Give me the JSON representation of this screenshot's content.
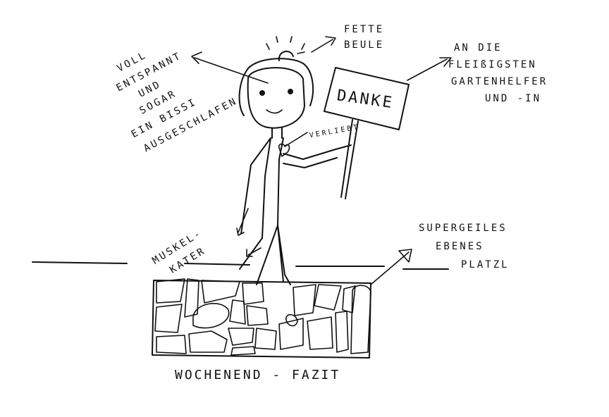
{
  "labels": {
    "relaxed": [
      "VOLL",
      "ENTSPANNT",
      "UND",
      "SOGAR",
      "EIN BISSI",
      "AUSGESCHLAFEN"
    ],
    "bump": [
      "FETTE",
      "BEULE"
    ],
    "thanks_target": [
      "AN DIE",
      "FLEIßIGSTEN",
      "GARTENHELFER",
      "UND -IN"
    ],
    "sign": "DANKE",
    "in_love": "VERLIEBT",
    "sore_muscles": [
      "MUSKEL-",
      "KATER"
    ],
    "platform": [
      "SUPERGEILES",
      "EBENES",
      "PLATZL"
    ],
    "caption": "WOCHENEND - FAZIT"
  },
  "colors": {
    "ink": "#111111",
    "paper": "#ffffff"
  }
}
